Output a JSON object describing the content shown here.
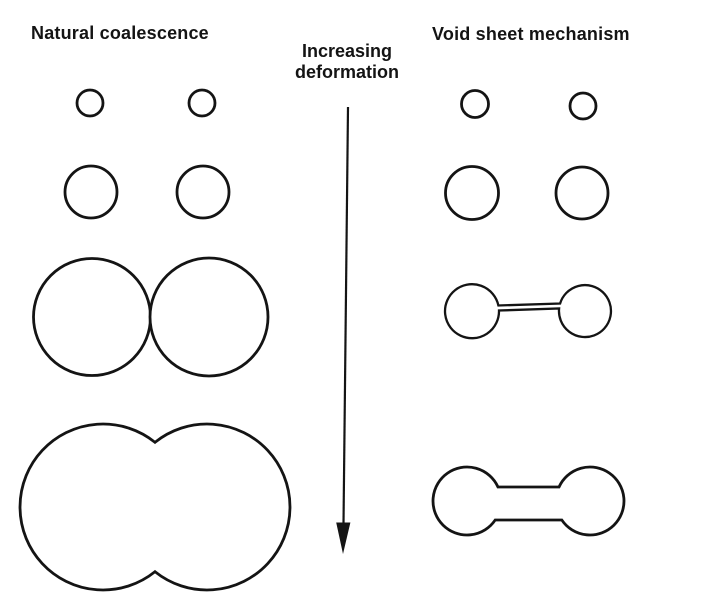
{
  "figure": {
    "left_panel": {
      "title": "Natural coalescence",
      "stages": [
        "two-small-voids",
        "two-growing-voids",
        "two-voids-impinging",
        "fully-coalesced-void"
      ]
    },
    "center": {
      "label_line1": "Increasing",
      "label_line2": "deformation",
      "arrow": "downward-arrow"
    },
    "right_panel": {
      "title": "Void sheet mechanism",
      "stages": [
        "two-small-voids",
        "two-growing-voids",
        "voids-linked-by-thin-void-sheet",
        "voids-linked-by-widened-sheet"
      ]
    }
  },
  "colors": {
    "ink": "#141414",
    "background": "#ffffff"
  }
}
